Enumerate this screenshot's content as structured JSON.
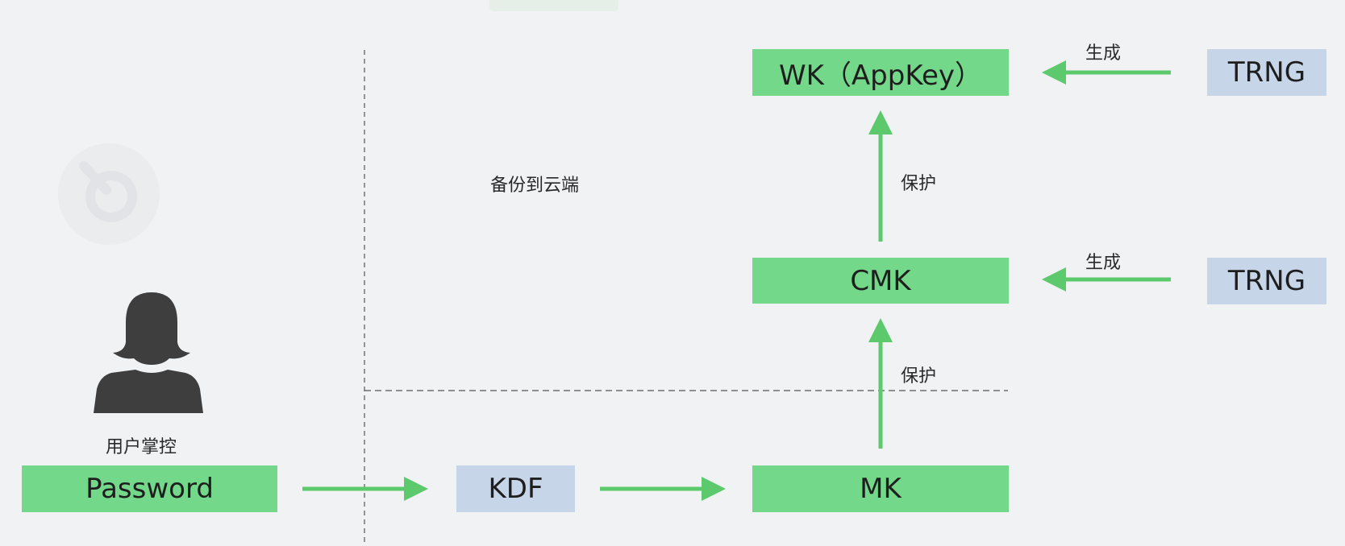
{
  "boxes": {
    "wk": "WK（AppKey）",
    "trng_top": "TRNG",
    "cmk": "CMK",
    "trng_mid": "TRNG",
    "password": "Password",
    "kdf": "KDF",
    "mk": "MK"
  },
  "labels": {
    "generate_top": "生成",
    "generate_mid": "生成",
    "protect_top": "保护",
    "protect_bottom": "保护",
    "backup_cloud": "备份到云端",
    "user_control": "用户掌控"
  },
  "icons": {
    "user": "user-silhouette-icon",
    "watermark": "watermark-logo-icon"
  },
  "colors": {
    "green": "#74d88b",
    "blue": "#c6d5e8",
    "arrow": "#5bc96c",
    "background": "#f1f2f4"
  }
}
